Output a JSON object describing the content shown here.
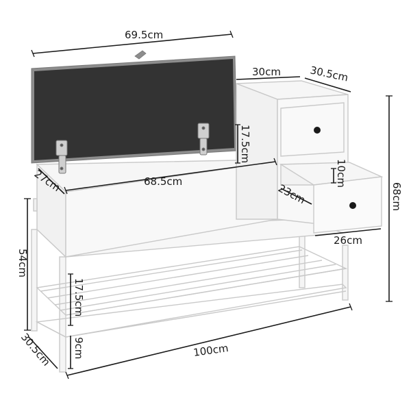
{
  "product": {
    "colors": {
      "body": "#f4f4f4",
      "edge": "#c9c9c9",
      "lid_inner": "#333333",
      "lid_frame": "#8d8d8d",
      "knob": "#1a1a1a",
      "dimension_ink": "#1a1a1a"
    }
  },
  "dimensions": {
    "lid_width": "69.5cm",
    "drawer_cabinet_width": "30cm",
    "drawer_cabinet_depth": "30.5cm",
    "lid_depth_gap": "17.5cm",
    "storage_depth": "27cm",
    "storage_inner_width": "68.5cm",
    "drawer_height": "10cm",
    "drawer_depth": "23cm",
    "drawer_width": "26cm",
    "total_height": "68cm",
    "bench_height": "54cm",
    "shelf_spacing": "17.5cm",
    "bottom_clearance": "9cm",
    "total_width": "100cm",
    "total_depth": "30.5cm"
  }
}
